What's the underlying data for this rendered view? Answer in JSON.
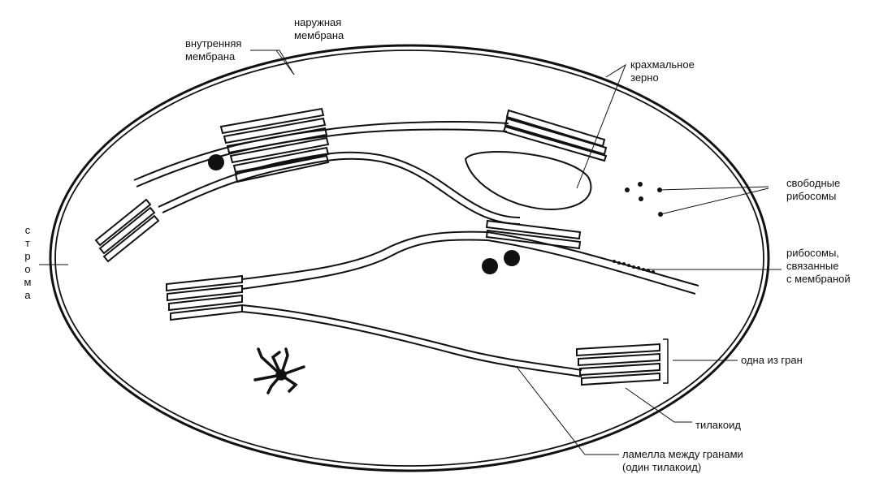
{
  "labels": {
    "outer_membrane": [
      "наружная",
      "мембрана"
    ],
    "inner_membrane": [
      "внутренняя",
      "мембрана"
    ],
    "starch_grain": [
      "крахмальное",
      "зерно"
    ],
    "free_ribosomes": [
      "свободные",
      "рибосомы"
    ],
    "bound_ribosomes": [
      "рибосомы,",
      "связанные",
      "с мембраной"
    ],
    "stroma": [
      "с",
      "т",
      "р",
      "о",
      "м",
      "а"
    ],
    "one_granum": [
      "одна из гран"
    ],
    "thylakoid": [
      "тилакоид"
    ],
    "lamella": [
      "ламелла между гранами",
      "(один тилакоид)"
    ]
  },
  "colors": {
    "ink": "#111111",
    "background": "#ffffff"
  }
}
